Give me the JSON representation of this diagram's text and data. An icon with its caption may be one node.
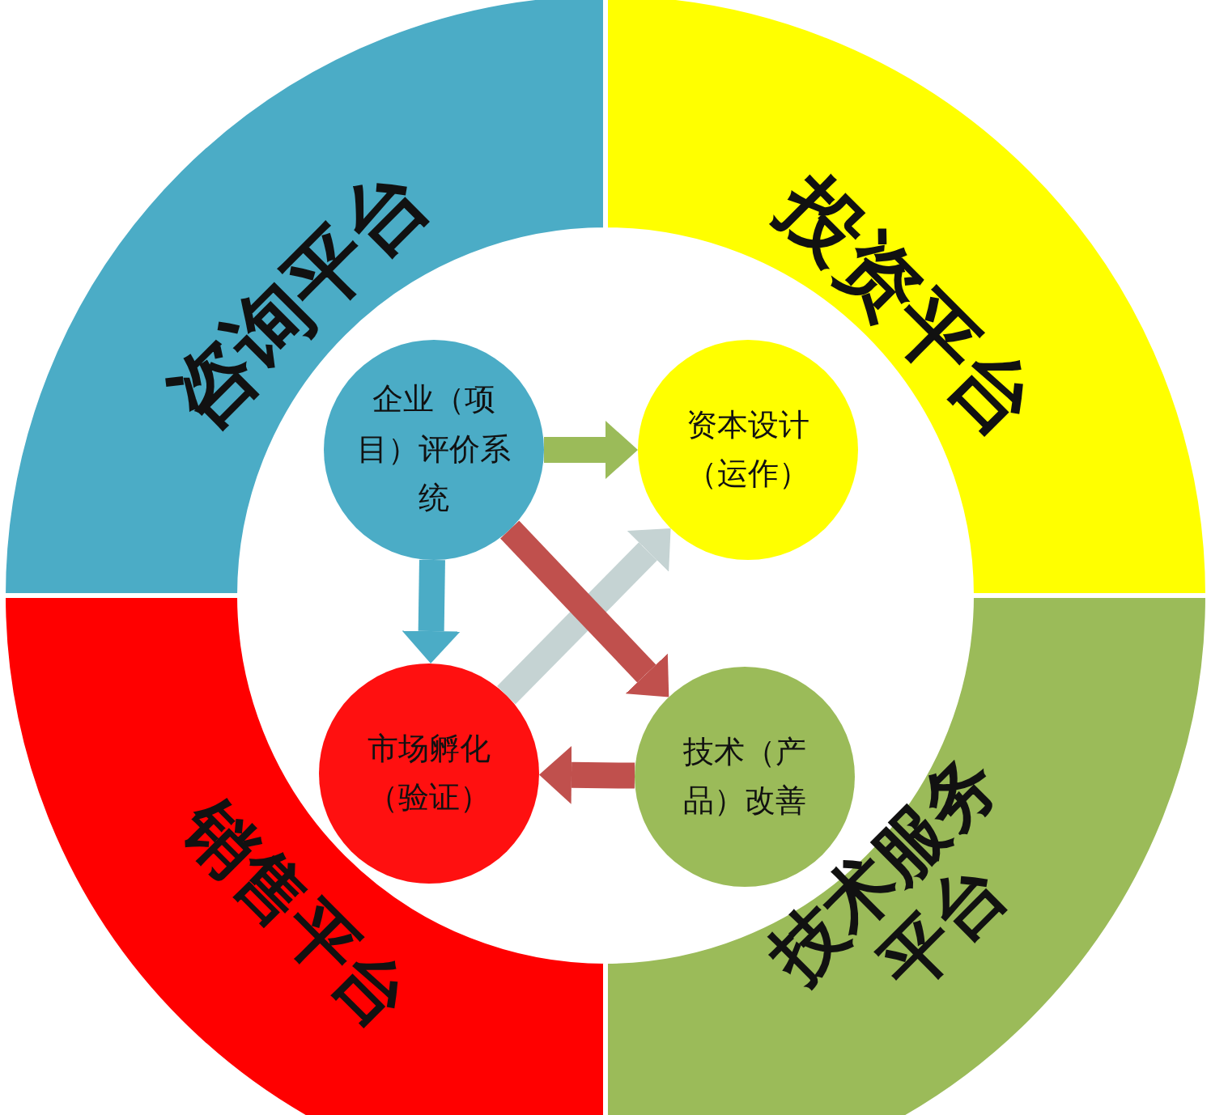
{
  "diagram": {
    "nodes": [
      {
        "text": [
          "咨询平台"
        ]
      },
      {
        "text": [
          "投资平台"
        ]
      },
      {
        "text": [
          "销售平台"
        ]
      },
      {
        "text": [
          "技术服务平台"
        ]
      },
      {
        "text": [
          "企业（项目）评价系统"
        ]
      },
      {
        "text": [
          "资本设计（运作）"
        ]
      },
      {
        "text": [
          "市场孵化（验证）"
        ]
      },
      {
        "text": [
          "技术（产品）改善"
        ]
      }
    ],
    "edges": [
      {
        "from": 4,
        "to": 5,
        "arrow": "to",
        "color": "#9bbb59"
      },
      {
        "from": 4,
        "to": 6,
        "arrow": "to",
        "color": "#4bacc6"
      },
      {
        "from": 6,
        "to": 5,
        "arrow": "to",
        "color": "#c5d3d3"
      },
      {
        "from": 4,
        "to": 7,
        "arrow": "to",
        "color": "#c0504d"
      },
      {
        "from": 7,
        "to": 6,
        "arrow": "to",
        "color": "#c0504d"
      }
    ]
  }
}
